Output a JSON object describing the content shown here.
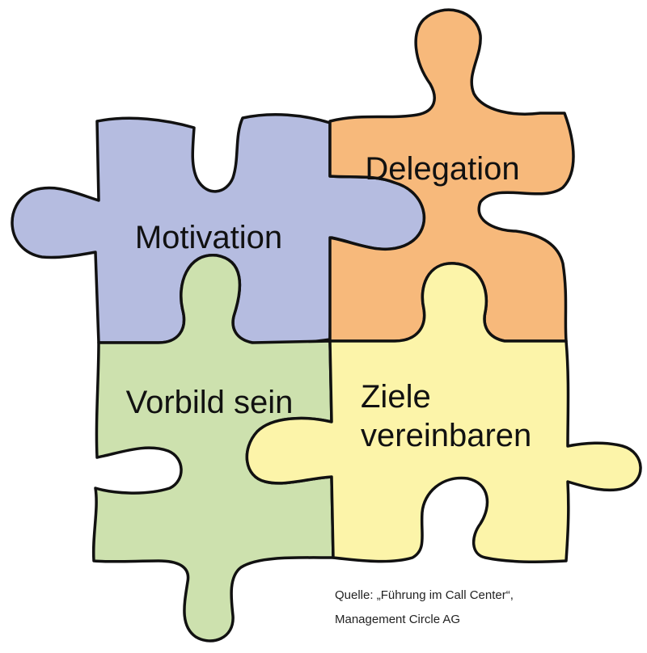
{
  "pieces": {
    "motivation": {
      "label": "Motivation",
      "color": "#b5bce0"
    },
    "delegation": {
      "label": "Delegation",
      "color": "#f7b97b"
    },
    "vorbild": {
      "label": "Vorbild sein",
      "color": "#cde1ae"
    },
    "ziele": {
      "line1": "Ziele",
      "line2": "vereinbaren",
      "color": "#fcf4a9"
    }
  },
  "source": {
    "line1": "Quelle: „Führung im Call Center“,",
    "line2": "Management Circle AG"
  }
}
